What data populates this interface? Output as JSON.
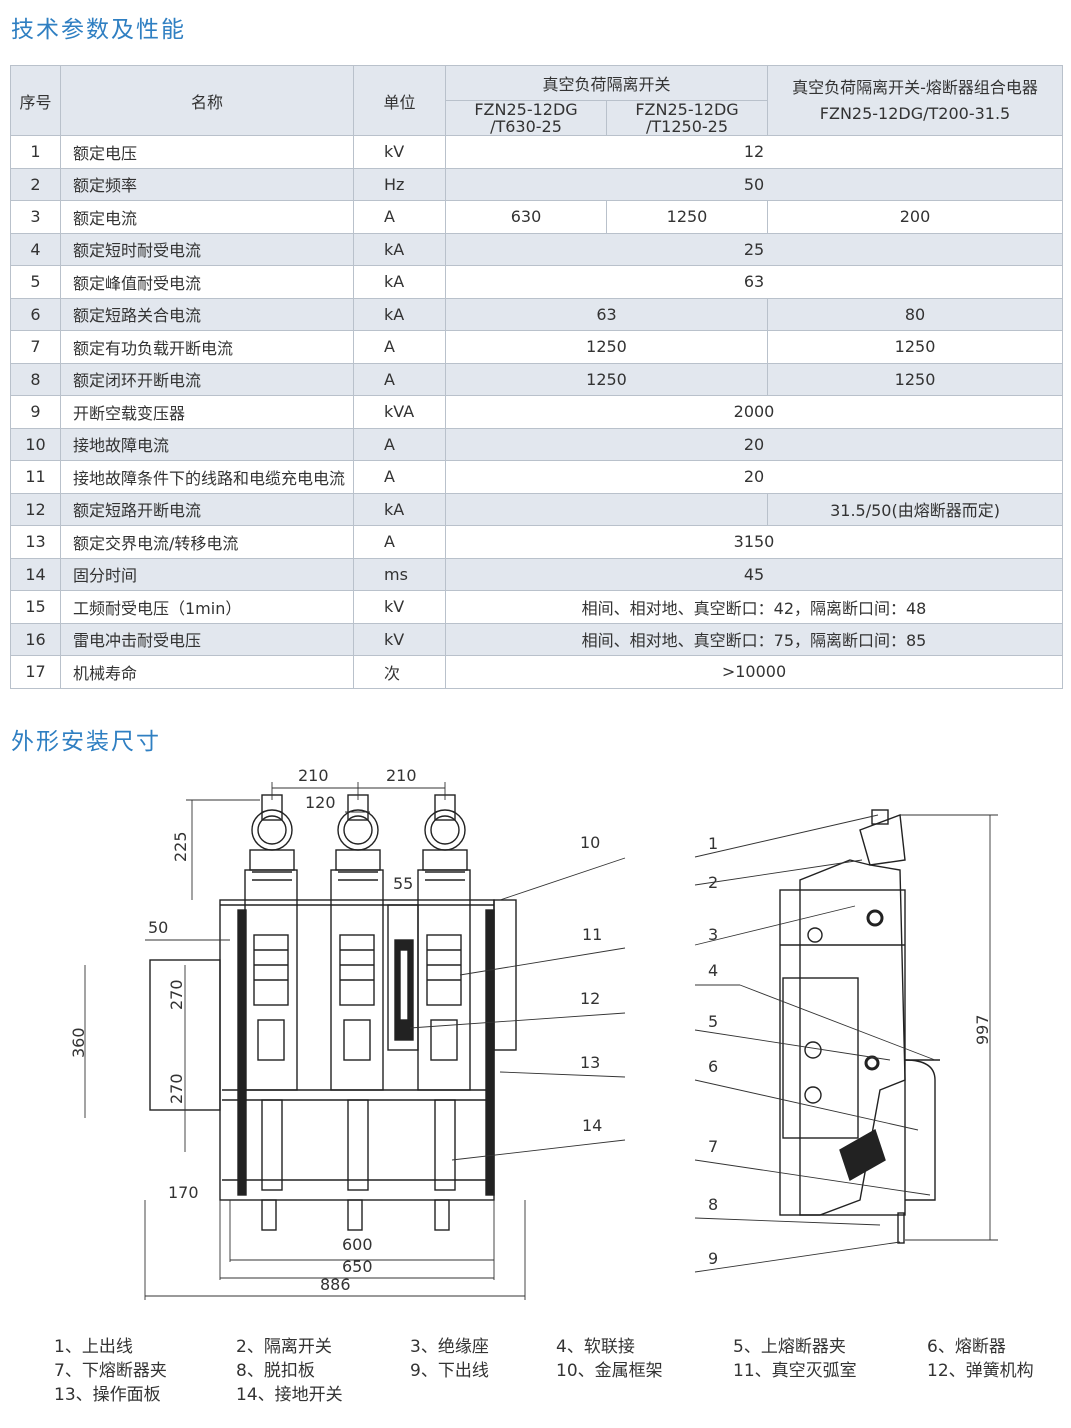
{
  "section1_title": "技术参数及性能",
  "section2_title": "外形安装尺寸",
  "table": {
    "headers": {
      "seq": "序号",
      "name": "名称",
      "unit": "单位",
      "group1": "真空负荷隔离开关",
      "sub1": "FZN25-12DG\n/T630-25",
      "sub2": "FZN25-12DG\n/T1250-25",
      "group2_line1": "真空负荷隔离开关-熔断器组合电器",
      "group2_line2": "FZN25-12DG/T200-31.5"
    },
    "rows": [
      {
        "no": "1",
        "name": "额定电压",
        "unit": "kV",
        "vals": [
          "12"
        ],
        "span": "all"
      },
      {
        "no": "2",
        "name": "额定频率",
        "unit": "Hz",
        "vals": [
          "50"
        ],
        "span": "all"
      },
      {
        "no": "3",
        "name": "额定电流",
        "unit": "A",
        "vals": [
          "630",
          "1250",
          "200"
        ],
        "span": "each"
      },
      {
        "no": "4",
        "name": "额定短时耐受电流",
        "unit": "kA",
        "vals": [
          "25"
        ],
        "span": "all"
      },
      {
        "no": "5",
        "name": "额定峰值耐受电流",
        "unit": "kA",
        "vals": [
          "63"
        ],
        "span": "all"
      },
      {
        "no": "6",
        "name": "额定短路关合电流",
        "unit": "kA",
        "vals": [
          "63",
          "80"
        ],
        "span": "pair"
      },
      {
        "no": "7",
        "name": "额定有功负载开断电流",
        "unit": "A",
        "vals": [
          "1250",
          "1250"
        ],
        "span": "pair"
      },
      {
        "no": "8",
        "name": "额定闭环开断电流",
        "unit": "A",
        "vals": [
          "1250",
          "1250"
        ],
        "span": "pair"
      },
      {
        "no": "9",
        "name": "开断空载变压器",
        "unit": "kVA",
        "vals": [
          "2000"
        ],
        "span": "all"
      },
      {
        "no": "10",
        "name": "接地故障电流",
        "unit": "A",
        "vals": [
          "20"
        ],
        "span": "all"
      },
      {
        "no": "11",
        "name": "接地故障条件下的线路和电缆充电电流",
        "unit": "A",
        "vals": [
          "20"
        ],
        "span": "all"
      },
      {
        "no": "12",
        "name": "额定短路开断电流",
        "unit": "kA",
        "vals": [
          "",
          "31.5/50(由熔断器而定)"
        ],
        "span": "pair"
      },
      {
        "no": "13",
        "name": "额定交界电流/转移电流",
        "unit": "A",
        "vals": [
          "3150"
        ],
        "span": "all"
      },
      {
        "no": "14",
        "name": "固分时间",
        "unit": "ms",
        "vals": [
          "45"
        ],
        "span": "all"
      },
      {
        "no": "15",
        "name": "工频耐受电压（1min）",
        "unit": "kV",
        "vals": [
          "相间、相对地、真空断口：42，隔离断口间：48"
        ],
        "span": "all"
      },
      {
        "no": "16",
        "name": "雷电冲击耐受电压",
        "unit": "kV",
        "vals": [
          "相间、相对地、真空断口：75，隔离断口间：85"
        ],
        "span": "all"
      },
      {
        "no": "17",
        "name": "机械寿命",
        "unit": "次",
        "vals": [
          ">10000"
        ],
        "span": "all"
      }
    ]
  },
  "front_dims": {
    "d210a": "210",
    "d210b": "210",
    "d120": "120",
    "d225": "225",
    "d55": "55",
    "d50": "50",
    "d270a": "270",
    "d270b": "270",
    "d360": "360",
    "d170": "170",
    "d600": "600",
    "d650": "650",
    "d886": "886"
  },
  "front_callouts": [
    "10",
    "11",
    "12",
    "13",
    "14"
  ],
  "side_callouts": [
    "1",
    "2",
    "3",
    "4",
    "5",
    "6",
    "7",
    "8",
    "9"
  ],
  "side_dim": "997",
  "legend": [
    "1、上出线",
    "2、隔离开关",
    "3、绝缘座",
    "4、软联接",
    "5、上熔断器夹",
    "6、熔断器",
    "7、下熔断器夹",
    "8、脱扣板",
    "9、下出线",
    "10、金属框架",
    "11、真空灭弧室",
    "12、弹簧机构",
    "13、操作面板",
    "14、接地开关"
  ]
}
